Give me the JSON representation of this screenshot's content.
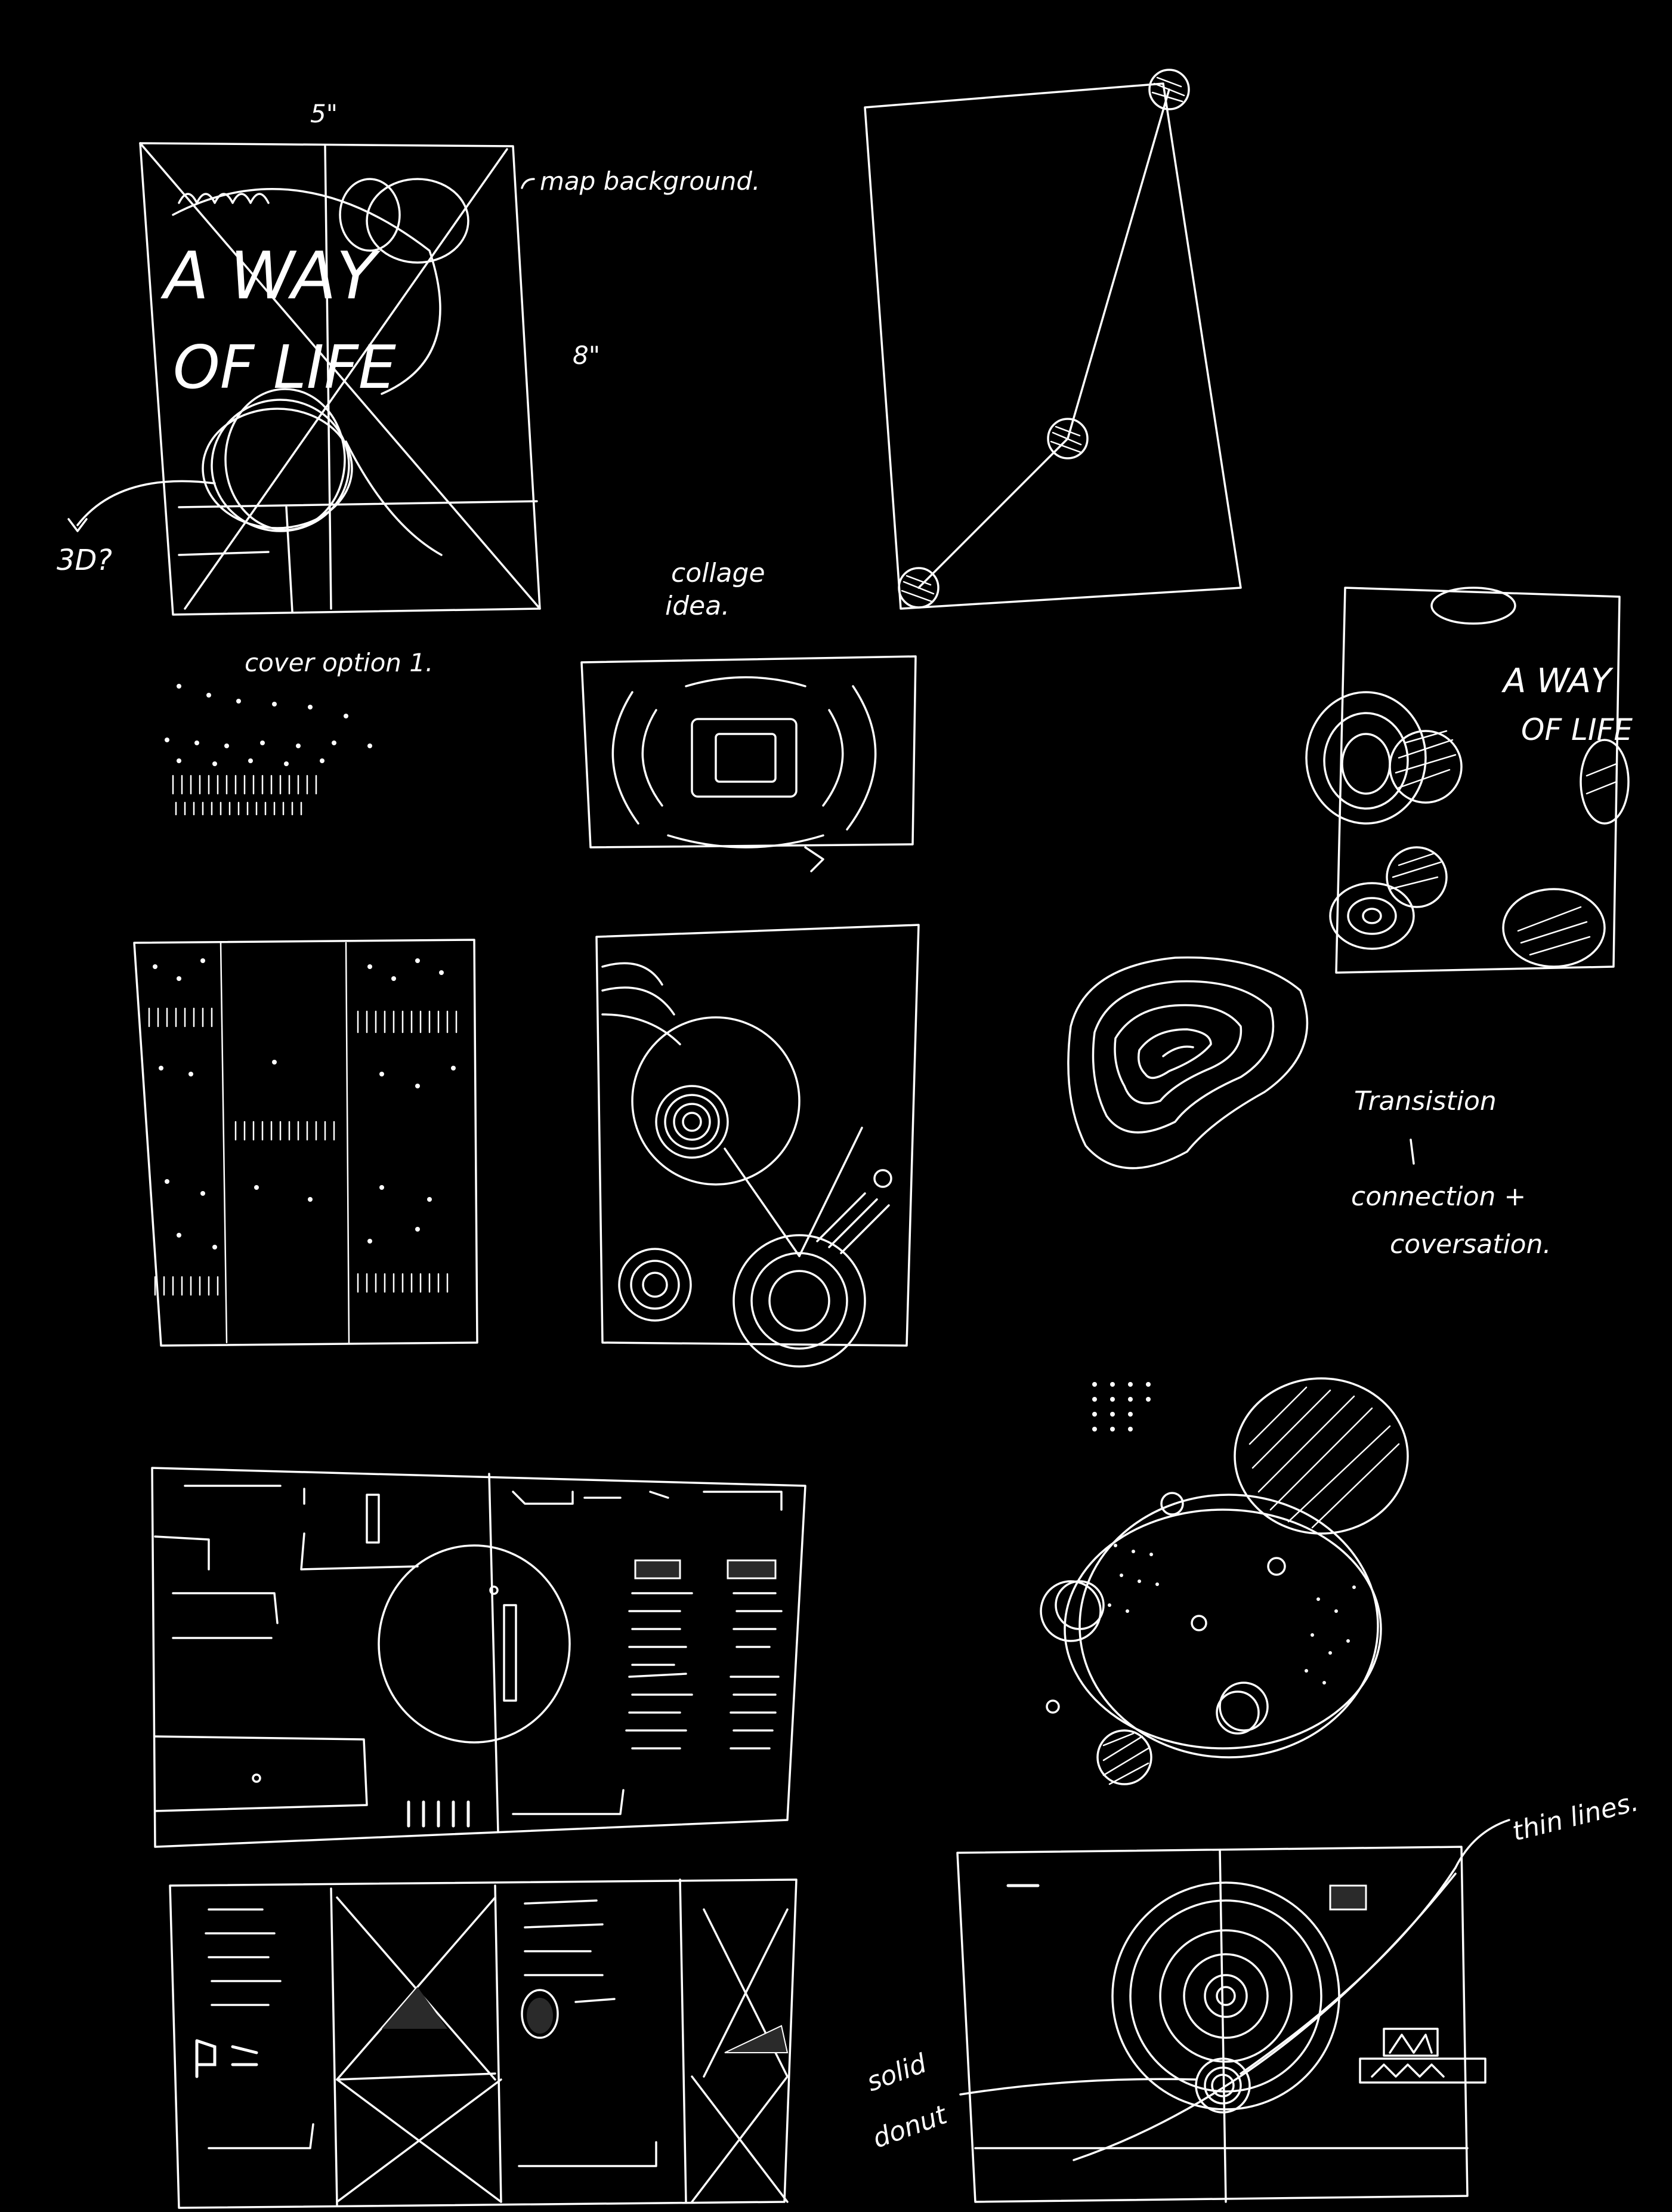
{
  "colors": {
    "background": "#000000",
    "ink": "#ffffff"
  },
  "annotations": {
    "width_label": "5\"",
    "height_label": "8\"",
    "map_background": "map background.",
    "three_d": "3D?",
    "cover_option": "cover option 1.",
    "collage_line1": "collage",
    "collage_line2": "idea.",
    "transition": "Transistion",
    "connection": "connection +",
    "conversation": "coversation.",
    "thin_lines": "thin lines.",
    "solid": "solid",
    "donut": "donut"
  },
  "sketch_text": {
    "cover_line1": "A WAY",
    "cover_line2": "OF LIFE",
    "right_cover_line1": "A WAY",
    "right_cover_line2": "OF LIFE"
  }
}
